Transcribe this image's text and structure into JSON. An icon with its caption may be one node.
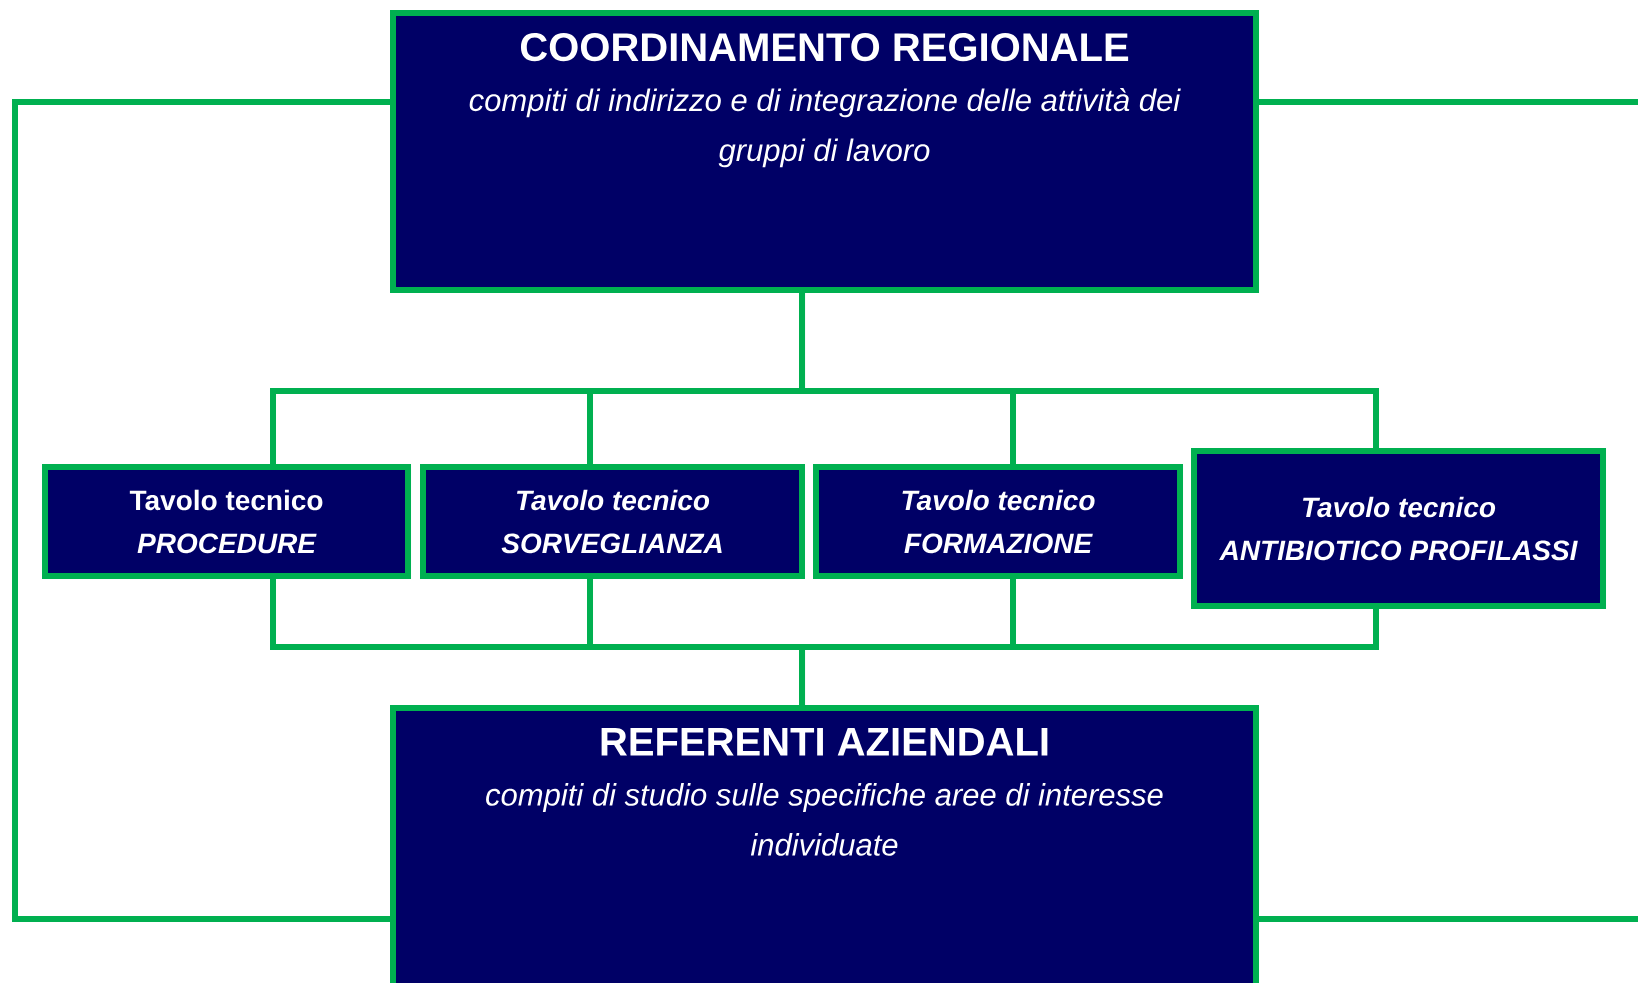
{
  "diagram": {
    "nodes": [
      {
        "text": [
          "COORDINAMENTO REGIONALE",
          "compiti di indirizzo e di integrazione delle attività dei gruppi di lavoro"
        ]
      },
      {
        "text": [
          "Tavolo tecnico",
          "PROCEDURE"
        ]
      },
      {
        "text": [
          "Tavolo tecnico",
          "SORVEGLIANZA"
        ]
      },
      {
        "text": [
          "Tavolo tecnico",
          "FORMAZIONE"
        ]
      },
      {
        "text": [
          "Tavolo tecnico",
          "ANTIBIOTICO PROFILASSI"
        ]
      },
      {
        "text": [
          "REFERENTI AZIENDALI",
          "compiti di studio sulle specifiche aree di interesse individuate"
        ]
      }
    ],
    "edges": [
      {
        "from": 0,
        "to": 1,
        "arrow": "none"
      },
      {
        "from": 0,
        "to": 2,
        "arrow": "none"
      },
      {
        "from": 0,
        "to": 3,
        "arrow": "none"
      },
      {
        "from": 0,
        "to": 4,
        "arrow": "none"
      },
      {
        "from": 1,
        "to": 5,
        "arrow": "none"
      },
      {
        "from": 2,
        "to": 5,
        "arrow": "none"
      },
      {
        "from": 3,
        "to": 5,
        "arrow": "none"
      },
      {
        "from": 4,
        "to": 5,
        "arrow": "none"
      },
      {
        "from": 0,
        "to": 5,
        "arrow": "none"
      },
      {
        "from": 0,
        "to": 5,
        "arrow": "none"
      }
    ]
  }
}
